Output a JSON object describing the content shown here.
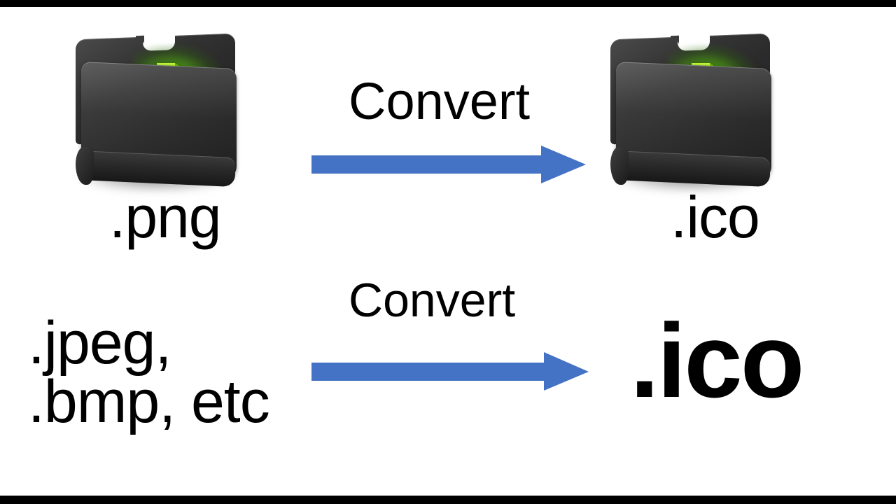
{
  "slide": {
    "background_color": "#ffffff",
    "letterbox_color": "#000000",
    "accent_blue": "#4472C4",
    "text_color": "#000000"
  },
  "rows": [
    {
      "source_label": ".png",
      "action_label": "Convert",
      "target_label": ".ico",
      "source_icon": "download-folder-icon",
      "target_icon": "download-folder-icon",
      "arrow_icon": "right-block-arrow-icon"
    },
    {
      "source_label": ".jpeg,\n.bmp, etc",
      "action_label": "Convert",
      "target_label": ".ico",
      "arrow_icon": "right-block-arrow-icon"
    }
  ],
  "folder_icon": {
    "name": "download-folder-icon",
    "body_color": "#2c2c2c",
    "arrow_color_top": "#A8E818",
    "arrow_color_bottom": "#8ED44A",
    "glow_color": "#6ED614"
  }
}
